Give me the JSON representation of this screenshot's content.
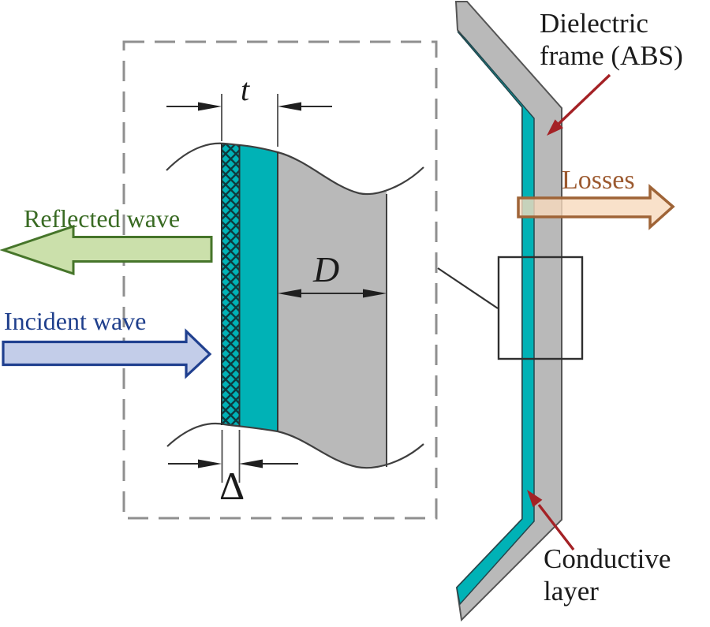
{
  "figure": {
    "labels": {
      "dielectric_frame": "Dielectric frame (ABS)",
      "losses": "Losses",
      "reflected_wave": "Reflected wave",
      "incident_wave": "Incident wave",
      "conductive_layer": "Conductive layer"
    },
    "dimension_symbols": {
      "coating_thickness": "t",
      "frame_depth": "D",
      "conductive_thickness": "Δ"
    },
    "colors": {
      "conductive_teal": "#00b2b6",
      "dielectric_gray": "#b9b9b9",
      "hatch_line": "#0e3a3e",
      "outline_dark": "#2d2d2d",
      "dashed_border": "#8f8f8f",
      "reflected_fill": "#cbe0ab",
      "reflected_stroke": "#46752a",
      "reflected_text": "#3a6b24",
      "incident_fill": "#c3cde9",
      "incident_stroke": "#20408f",
      "incident_text": "#1f3f8c",
      "losses_fill": "#f7dabd",
      "losses_stroke": "#9f6437",
      "losses_text": "#9c5a30",
      "callout_red": "#a42125",
      "label_black": "#1b1b1b"
    }
  }
}
